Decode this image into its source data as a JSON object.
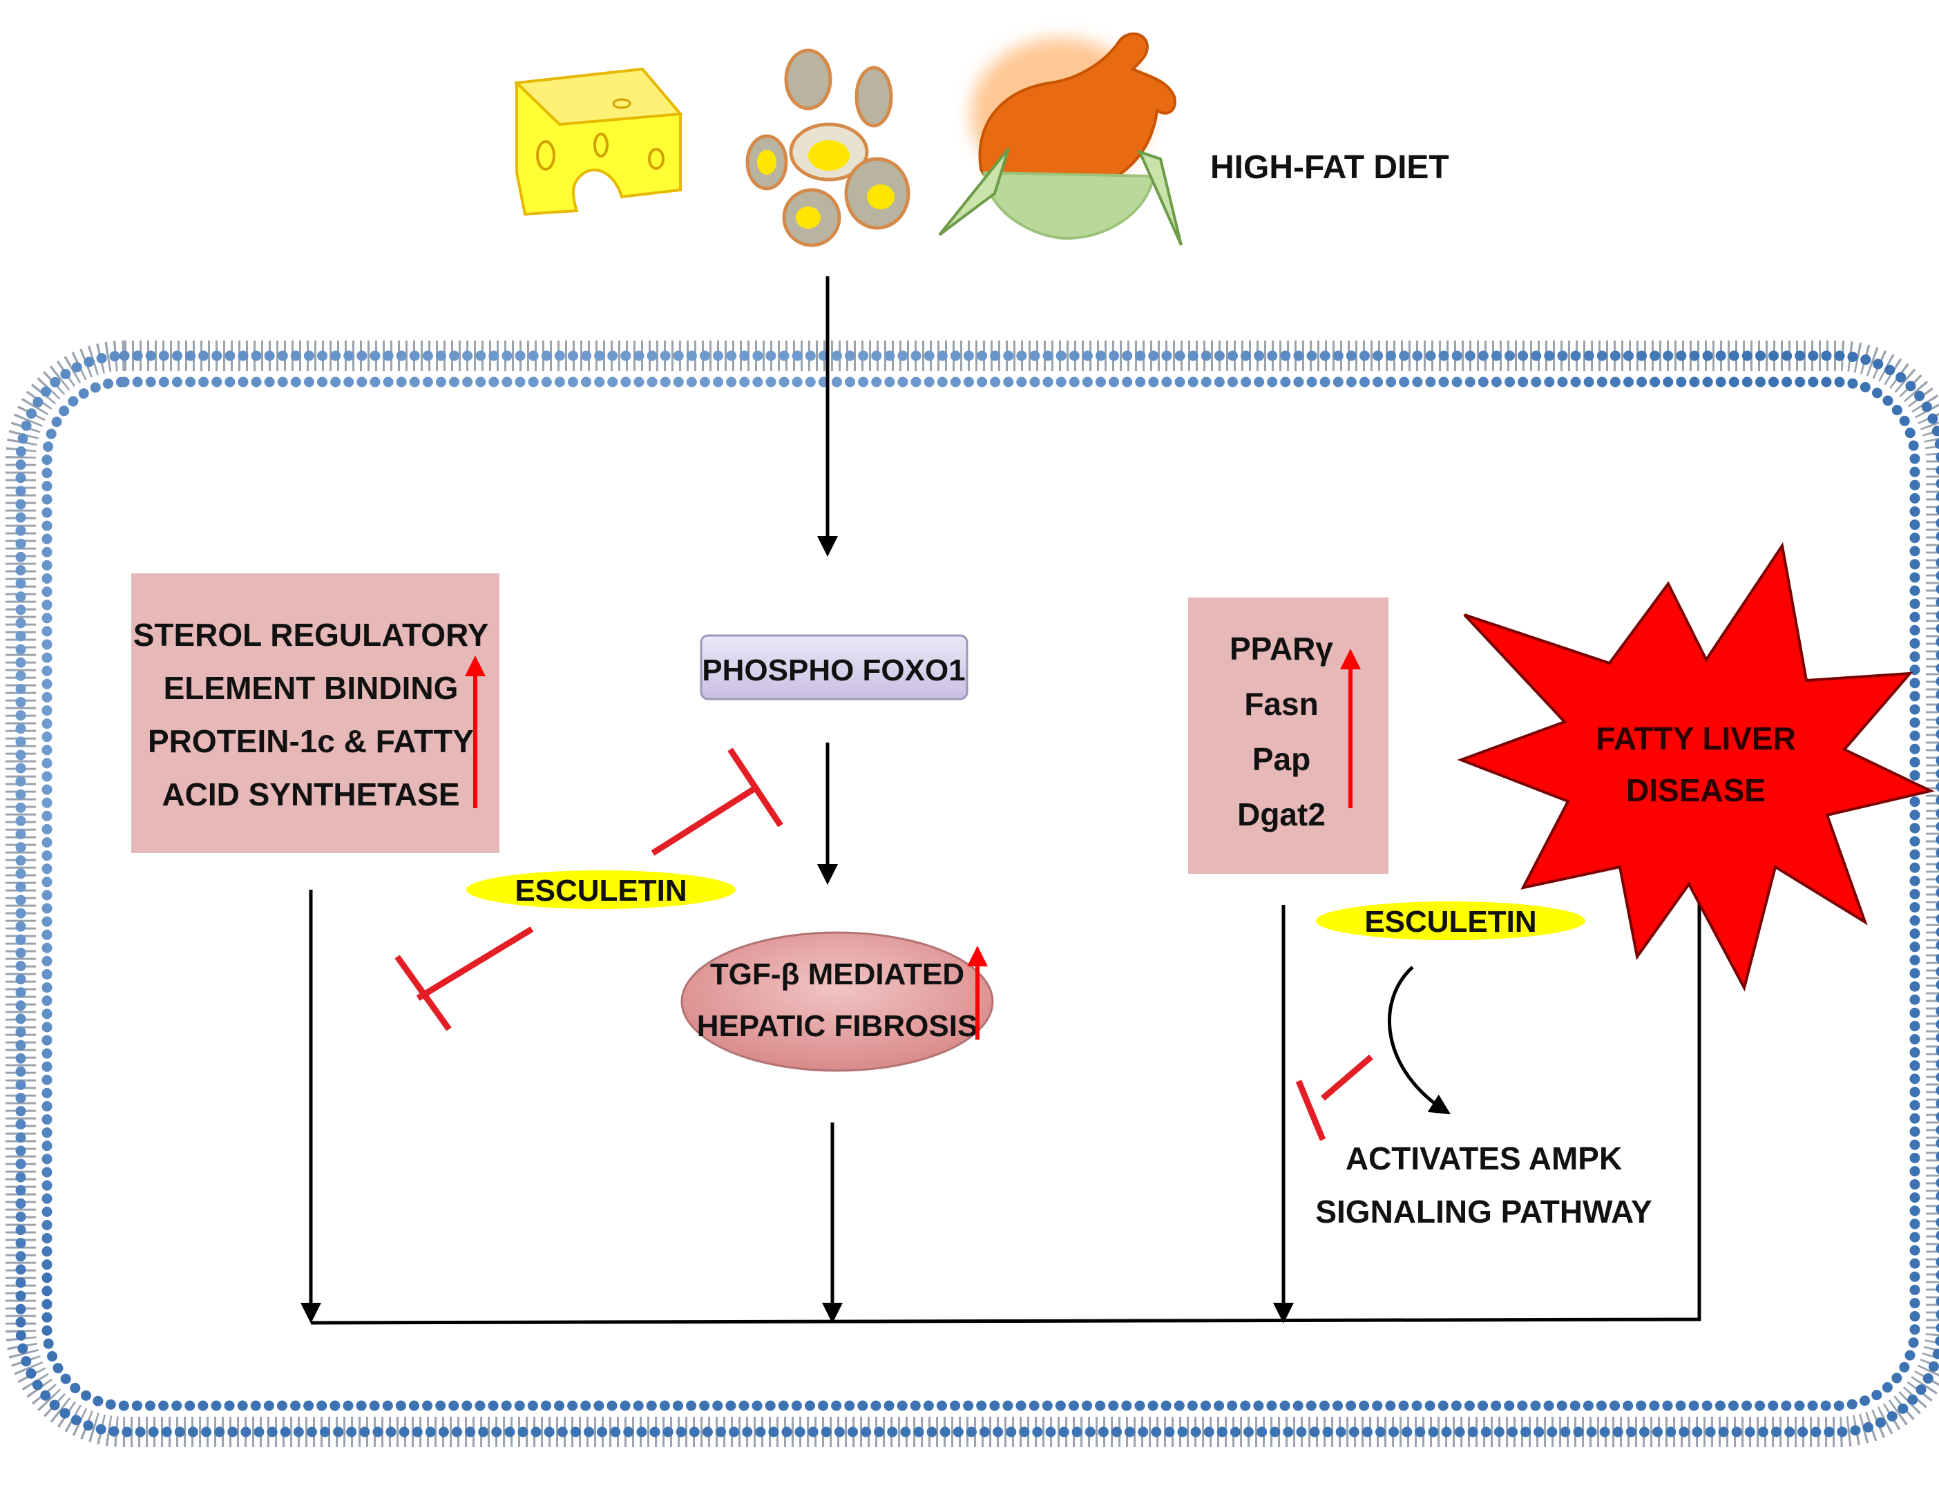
{
  "diet": {
    "label": "HIGH-FAT DIET",
    "icons": [
      "cheese-icon",
      "eggs-icon",
      "roast-chicken-icon"
    ]
  },
  "nodes": {
    "srebp": {
      "lines": [
        "STEROL REGULATORY",
        "ELEMENT BINDING",
        "PROTEIN-1c & FATTY",
        "ACID SYNTHETASE"
      ],
      "fill": "#e6b8b7"
    },
    "foxo1": {
      "label": "PHOSPHO FOXO1",
      "fill": "#dcd6ee"
    },
    "tgf": {
      "lines": [
        "TGF-β MEDIATED",
        "HEPATIC FIBROSIS"
      ],
      "fill": "#e6a6a6"
    },
    "lipogenic": {
      "lines": [
        "PPARγ",
        "Fasn",
        "Pap",
        "Dgat2"
      ],
      "fill": "#e6b8b7"
    },
    "disease": {
      "lines": [
        "FATTY LIVER",
        "DISEASE"
      ],
      "fill": "#ff0000"
    },
    "esculetin_left": {
      "label": "ESCULETIN",
      "fill": "#ffff00"
    },
    "esculetin_right": {
      "label": "ESCULETIN",
      "fill": "#ffff00"
    },
    "ampk": {
      "lines": [
        "ACTIVATES AMPK",
        "SIGNALING PATHWAY"
      ]
    }
  },
  "colors": {
    "membrane_bead": "#5b8fc9",
    "inhibit": "#e31e24",
    "increase_arrow": "#ff0000",
    "flow": "#000000"
  }
}
